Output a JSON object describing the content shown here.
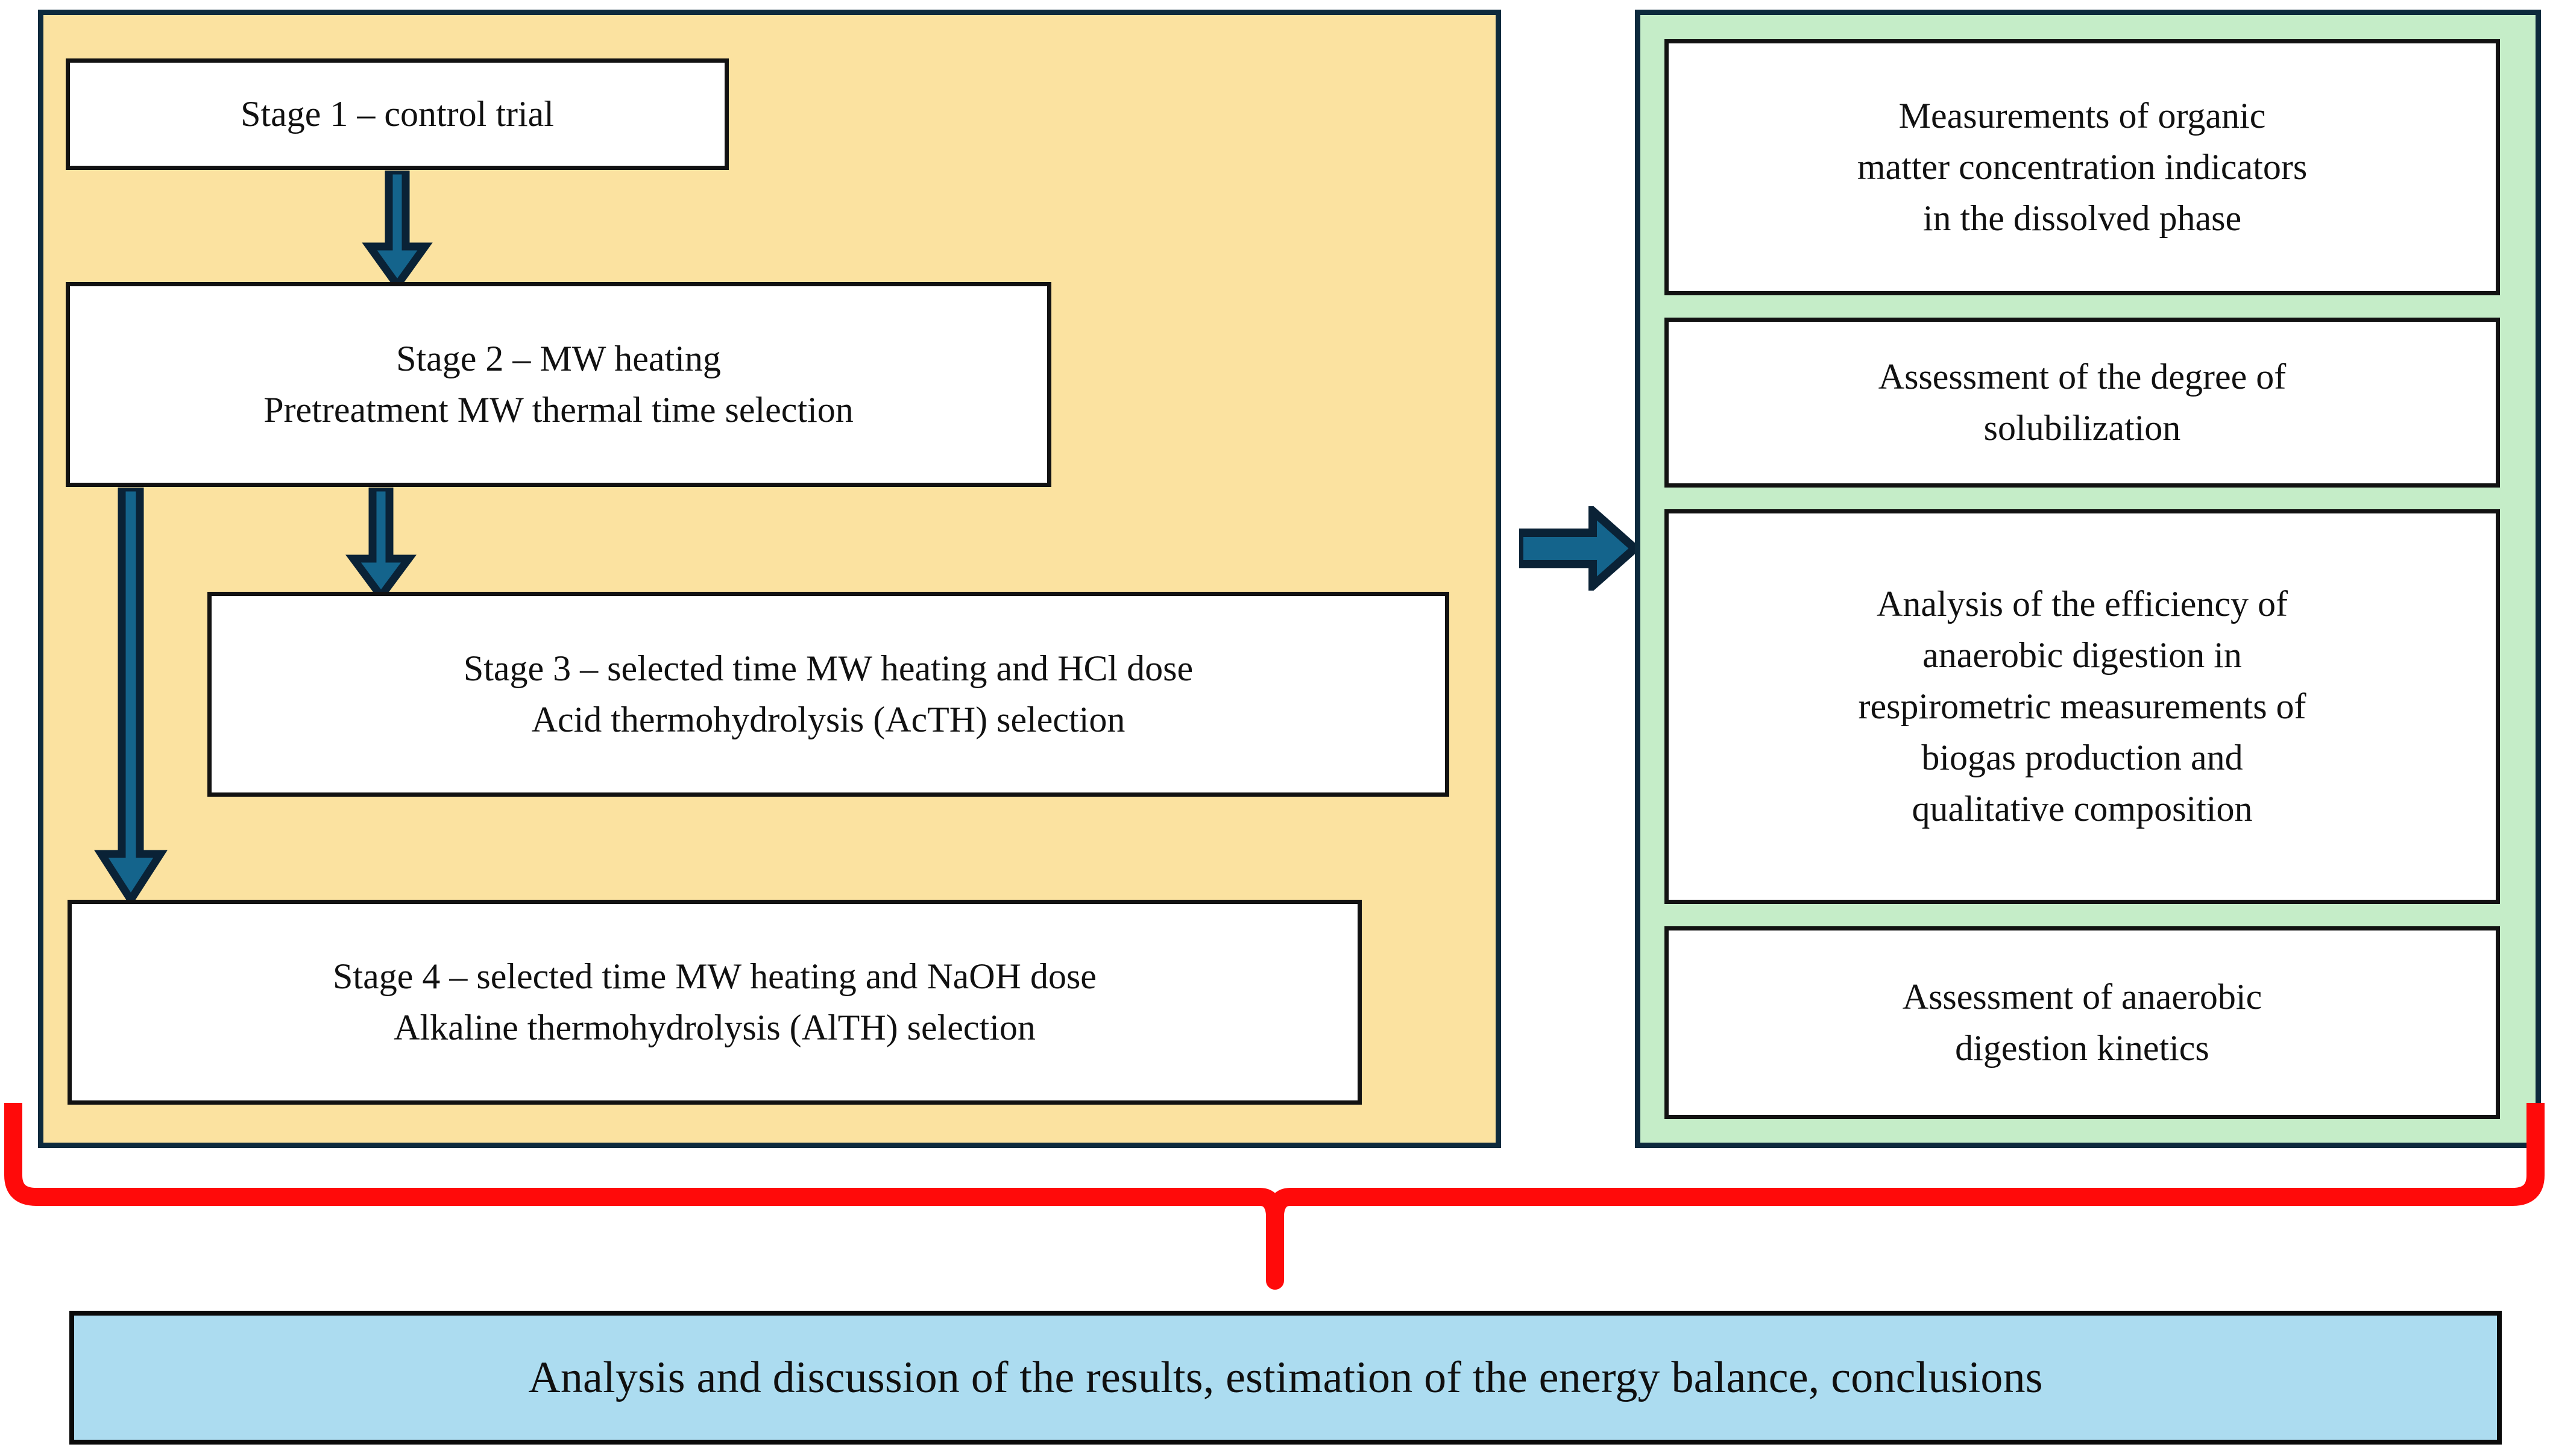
{
  "colors": {
    "panel_yellow": "#FBE2A0",
    "panel_green": "#C5EDC8",
    "panel_border_navy": "#0D2A3D",
    "box_white": "#FFFFFF",
    "box_border_black": "#121212",
    "arrow_fill_teal": "#14648C",
    "arrow_outline_navy": "#0A2236",
    "brace_red": "#FF0A0A",
    "bottom_box_blue": "#ACDCF0"
  },
  "experimental_panel": {
    "name": "experimental-stages-panel",
    "stages": [
      {
        "id": "stage-1",
        "lines": [
          "Stage 1 – control trial"
        ]
      },
      {
        "id": "stage-2",
        "lines": [
          "Stage 2 – MW heating",
          "Pretreatment MW thermal time selection"
        ]
      },
      {
        "id": "stage-3",
        "lines": [
          "Stage 3 – selected time MW heating and HCl dose",
          "Acid thermohydrolysis (AcTH) selection"
        ]
      },
      {
        "id": "stage-4",
        "lines": [
          "Stage 4 – selected time MW heating and NaOH dose",
          "Alkaline thermohydrolysis (AlTH) selection"
        ]
      }
    ]
  },
  "analysis_panel": {
    "name": "measurements-and-analyses-panel",
    "items": [
      {
        "id": "result-1",
        "lines": [
          "Measurements of organic",
          "matter concentration indicators",
          "in the dissolved phase"
        ]
      },
      {
        "id": "result-2",
        "lines": [
          "Assessment of the degree of",
          "solubilization"
        ]
      },
      {
        "id": "result-3",
        "lines": [
          "Analysis of the efficiency of",
          "anaerobic digestion in",
          "respirometric measurements of",
          "biogas production and",
          "qualitative composition"
        ]
      },
      {
        "id": "result-4",
        "lines": [
          "Assessment of anaerobic",
          "digestion kinetics"
        ]
      }
    ]
  },
  "connectors": {
    "stage1_to_stage2": "down-arrow",
    "stage2_to_stage3": "down-arrow",
    "stage2_to_stage4": "long-down-arrow",
    "experimental_to_analysis": "right-arrow",
    "combined_to_conclusions": "red-brace"
  },
  "conclusion": {
    "text": "Analysis and discussion of the results, estimation of the energy balance, conclusions"
  }
}
